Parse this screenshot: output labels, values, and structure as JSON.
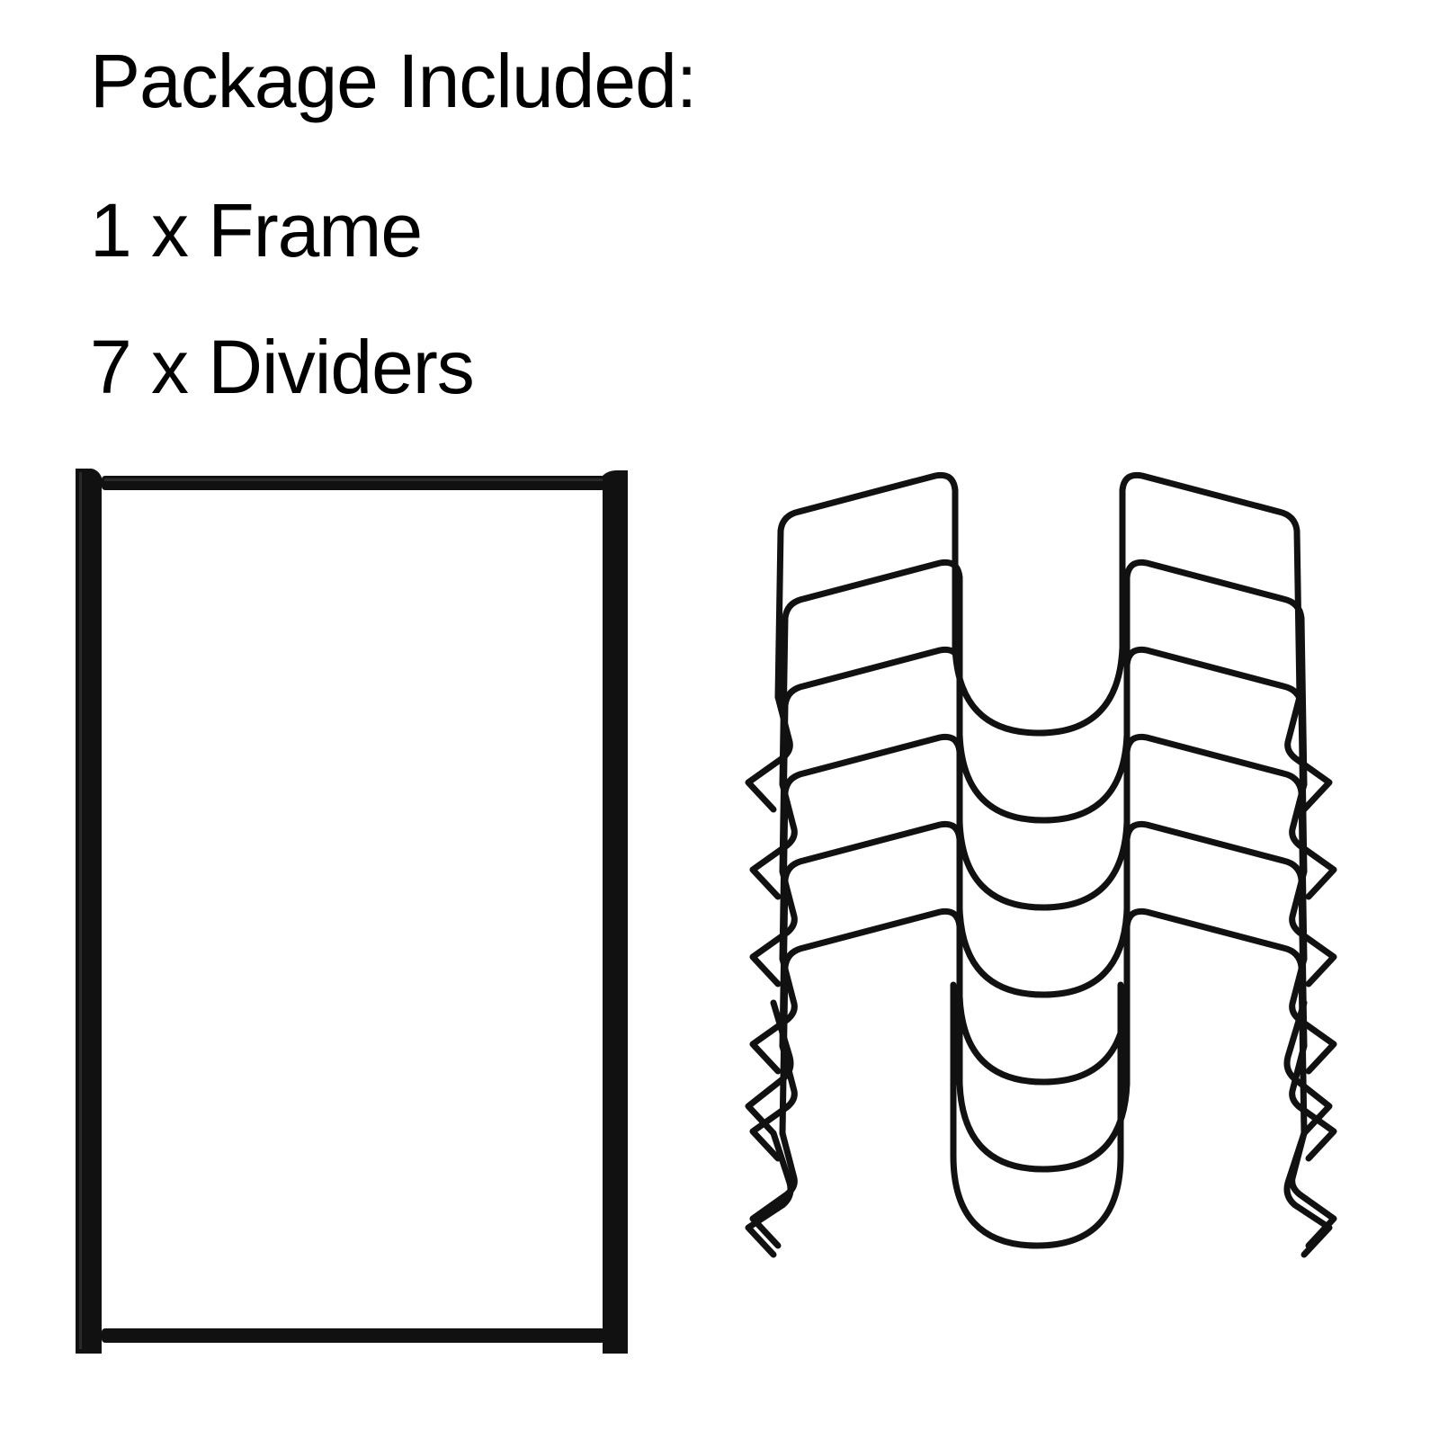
{
  "heading": "Package Included:",
  "items": [
    {
      "quantity": "1",
      "separator": "x",
      "name": "Frame",
      "label": "1 x Frame"
    },
    {
      "quantity": "7",
      "separator": "x",
      "name": "Dividers",
      "label": "7 x Dividers"
    }
  ],
  "illustrations": {
    "frame": {
      "count": 1,
      "color": "#111111"
    },
    "dividers": {
      "count": 7,
      "color": "#111111"
    }
  },
  "colors": {
    "background": "#ffffff",
    "text": "#000000",
    "metal": "#111111"
  }
}
